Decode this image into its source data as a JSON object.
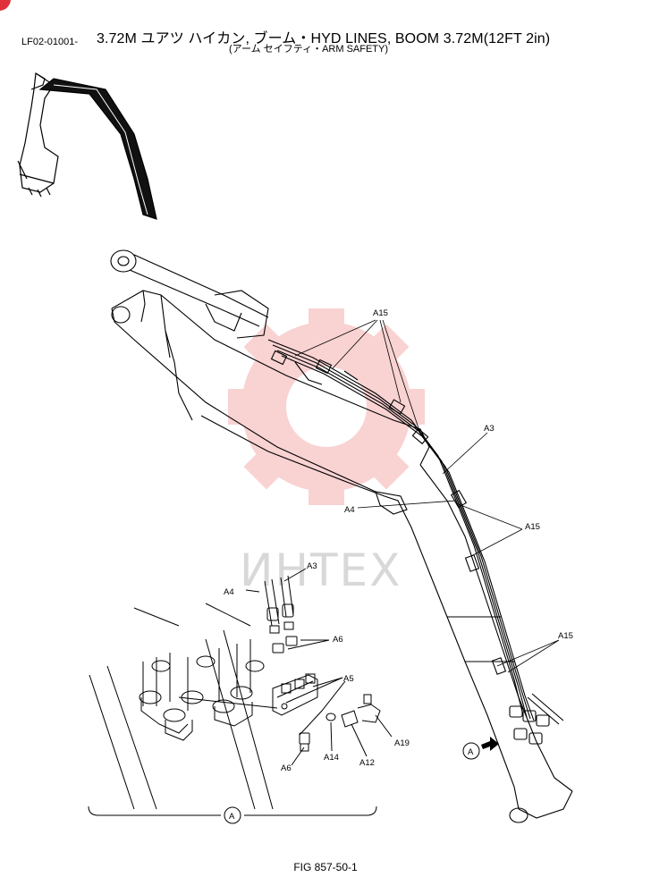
{
  "header": {
    "ref_code": "LF02-01001-",
    "title": "3.72M ユアツ ハイカン, ブーム・HYD LINES, BOOM 3.72M(12FT 2in)",
    "subtitle": "(アーム セイフティ・ARM SAFETY)"
  },
  "watermark": {
    "text": "ИНТЕХ",
    "color": "#e85a5a"
  },
  "callouts": {
    "a15_top": "A15",
    "a3_upper": "A3",
    "a4_upper": "A4",
    "a15_mid": "A15",
    "a15_lower": "A15",
    "a3_detail": "A3",
    "a4_detail": "A4",
    "a6_top": "A6",
    "a5": "A5",
    "a19": "A19",
    "a14": "A14",
    "a12": "A12",
    "a6_bottom": "A6"
  },
  "view_marker": {
    "letter": "A"
  },
  "footer": {
    "figure": "FIG 857-50-1"
  },
  "colors": {
    "accent": "#e0303c",
    "line": "#000000"
  }
}
